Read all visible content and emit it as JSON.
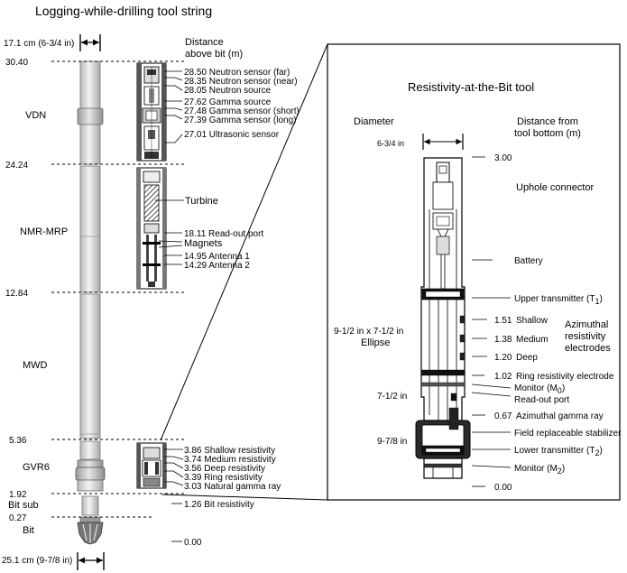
{
  "title": "Logging-while-drilling tool string",
  "top_diameter": "17.1 cm (6-3/4 in)",
  "bottom_diameter": "25.1 cm (9-7/8 in)",
  "distance_header_1": "Distance",
  "distance_header_2": "above bit (m)",
  "depth_marks": [
    "30.40",
    "24.24",
    "12.84",
    "5.36",
    "1.92",
    "0.27"
  ],
  "tools": [
    "VDN",
    "NMR-MRP",
    "MWD",
    "GVR6",
    "Bit sub",
    "Bit"
  ],
  "vdn_labels": [
    "28.50 Neutron sensor (far)",
    "28.35 Neutron sensor (near)",
    "28.05 Neutron source",
    "27.62 Gamma source",
    "27.48 Gamma sensor (short)",
    "27.39 Gamma sensor (long)",
    "27.01 Ultrasonic sensor"
  ],
  "nmr_labels": {
    "turbine": "Turbine",
    "readout": "18.11 Read-out port",
    "magnets": "Magnets",
    "antenna1": "14.95 Antenna 1",
    "antenna2": "14.29 Antenna 2"
  },
  "gvr_labels": [
    "3.86 Shallow resistivity",
    "3.74 Medium resistivity",
    "3.56 Deep resistivity",
    "3.39 Ring resistivity",
    "3.03 Natural gamma ray"
  ],
  "bit_resistivity": "1.26 Bit resistivity",
  "bit_zero": "0.00",
  "rab": {
    "title": "Resistivity-at-the-Bit tool",
    "diameter_header": "Diameter",
    "distance_header_1": "Distance from",
    "distance_header_2": "tool bottom (m)",
    "diam_top": "6-3/4 in",
    "diam_ellipse_1": "9-1/2 in x 7-1/2 in",
    "diam_ellipse_2": "Ellipse",
    "diam_mid": "7-1/2 in",
    "diam_bottom": "9-7/8 in",
    "d300": "3.00",
    "uphole": "Uphole connector",
    "battery": "Battery",
    "upper_tx": "Upper transmitter (T",
    "upper_tx_sub": "1",
    "d151": "1.51",
    "shallow": "Shallow",
    "d138": "1.38",
    "medium": "Medium",
    "d120": "1.20",
    "deep": "Deep",
    "azimuthal_1": "Azimuthal",
    "azimuthal_2": "resistivity",
    "azimuthal_3": "electrodes",
    "d102": "1.02",
    "ring": "Ring resistivity electrode",
    "monitor0": "Monitor (M",
    "monitor0_sub": "0",
    "readout": "Read-out port",
    "d067": "0.67",
    "azgamma": "Azimuthal gamma ray",
    "stabilizer": "Field replaceable stabilizer",
    "lower_tx": "Lower transmitter (T",
    "lower_tx_sub": "2",
    "monitor2": "Monitor (M",
    "monitor2_sub": "2",
    "d000": "0.00",
    "close_paren": ")"
  },
  "colors": {
    "line": "#000000",
    "tool_light": "#efefef",
    "tool_mid": "#d4d4d4",
    "tool_dark": "#a8a8a8",
    "hatch": "#444444"
  }
}
